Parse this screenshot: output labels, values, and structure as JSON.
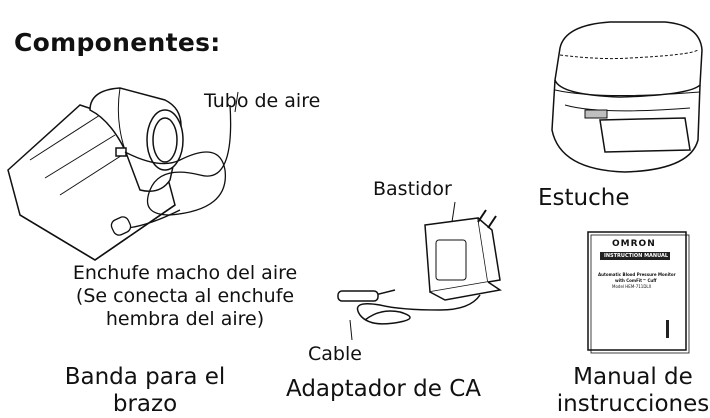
{
  "title": "Componentes:",
  "labels": {
    "tubo_de_aire": "Tubo de aire",
    "enchufe_line1": "Enchufe macho del aire",
    "enchufe_line2": "(Se conecta al enchufe",
    "enchufe_line3": "hembra del aire)",
    "banda_line1": "Banda para el",
    "banda_line2": "brazo",
    "bastidor": "Bastidor",
    "cable": "Cable",
    "adaptador": "Adaptador de CA",
    "estuche": "Estuche",
    "manual_line1": "Manual de",
    "manual_line2": "instrucciones"
  },
  "manual_cover": {
    "brand": "OMRON",
    "header": "INSTRUCTION MANUAL",
    "line1": "Automatic Blood Pressure Monitor",
    "line2": "with ComFit™ Cuff",
    "line3": "Model HEM-711DLX"
  },
  "colors": {
    "ink": "#111111",
    "accent": "#222222",
    "shade": "#bfbfbf"
  }
}
